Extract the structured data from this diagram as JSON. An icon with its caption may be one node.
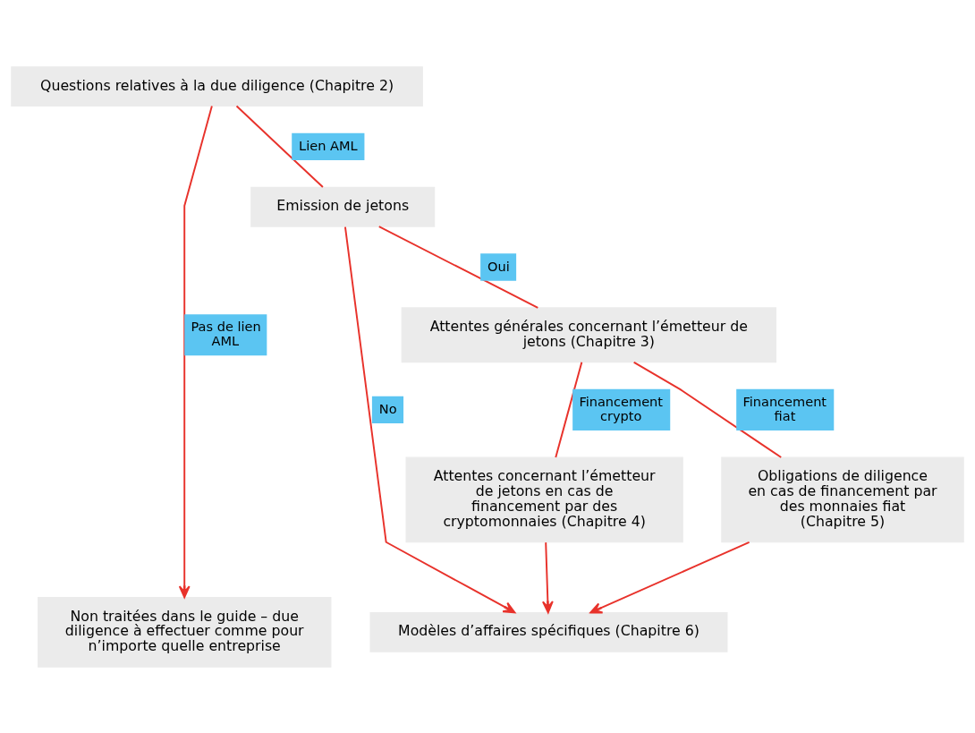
{
  "diagram": {
    "nodes": [
      {
        "text": [
          "Questions relatives à la due diligence (Chapitre 2)"
        ]
      },
      {
        "text": [
          "Emission de jetons"
        ]
      },
      {
        "text": [
          "Attentes générales concernant l’émetteur de jetons (Chapitre 3)"
        ]
      },
      {
        "text": [
          "Attentes concernant l’émetteur de jetons en cas de financement par des cryptomonnaies (Chapitre 4)"
        ]
      },
      {
        "text": [
          "Obligations de diligence en cas de financement par des monnaies fiat (Chapitre 5)"
        ]
      },
      {
        "text": [
          "Non traitées dans le guide – due diligence à effectuer comme pour n’importe quelle entreprise"
        ]
      },
      {
        "text": [
          "Modèles d’affaires spécifiques (Chapitre 6)"
        ]
      }
    ],
    "edges": [
      {
        "from": 0,
        "to": 5,
        "arrow": "to",
        "label": "Pas de lien AML"
      },
      {
        "from": 0,
        "to": 1,
        "arrow": "none",
        "label": "Lien AML"
      },
      {
        "from": 1,
        "to": 6,
        "arrow": "to",
        "label": "No"
      },
      {
        "from": 1,
        "to": 2,
        "arrow": "none",
        "label": "Oui"
      },
      {
        "from": 2,
        "to": 3,
        "arrow": "none",
        "label": "Financement crypto"
      },
      {
        "from": 2,
        "to": 4,
        "arrow": "none",
        "label": "Financement fiat"
      },
      {
        "from": 3,
        "to": 6,
        "arrow": "to"
      },
      {
        "from": 4,
        "to": 6,
        "arrow": "to"
      }
    ]
  }
}
